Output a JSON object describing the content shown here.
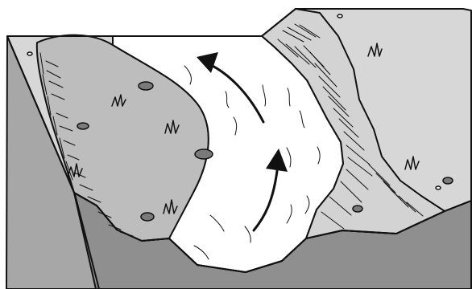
{
  "diagram": {
    "type": "river-meander-block-diagram",
    "flow_direction_arrows": 2,
    "rocks_count": 6,
    "grass_tufts_count": 6,
    "colors": {
      "outline": "#111111",
      "block_left_face": "#a7a7a7",
      "block_front_face": "#8f8f8f",
      "top_surface": "#d7d7d7",
      "inner_bank": "#bdbdbd",
      "outer_bank": "#d3d3d3",
      "river": "#ffffff",
      "rock_fill": "#7a7a7a"
    }
  }
}
